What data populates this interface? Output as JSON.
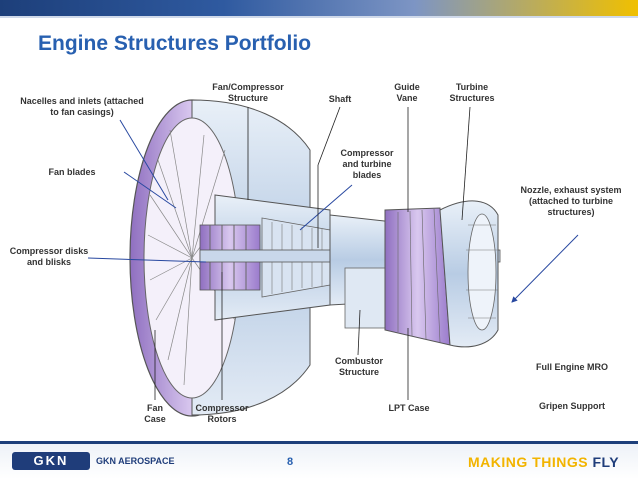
{
  "header": {
    "title": "Engine Structures Portfolio"
  },
  "labels": {
    "fan_compressor_structure": "Fan/Compressor\nStructure",
    "shaft": "Shaft",
    "guide_vane": "Guide\nVane",
    "turbine_structures": "Turbine\nStructures",
    "nacelles": "Nacelles and inlets (attached\nto fan casings)",
    "fan_blades": "Fan blades",
    "compressor_turbine_blades": "Compressor\nand turbine\nblades",
    "nozzle": "Nozzle, exhaust system\n(attached to turbine\nstructures)",
    "compressor_disks": "Compressor disks\nand blisks",
    "combustor_structure": "Combustor\nStructure",
    "fan_case": "Fan\nCase",
    "compressor_rotors": "Compressor\nRotors",
    "lpt_case": "LPT Case"
  },
  "services": {
    "full_engine_mro": "Full Engine MRO",
    "gripen_support": "Gripen Support"
  },
  "footer": {
    "logo": "GKN",
    "logo_text": "GKN AEROSPACE",
    "page_number": "8",
    "tagline_part1": "MAKING THINGS",
    "tagline_part2": "FLY"
  },
  "colors": {
    "title": "#2860b0",
    "accent_purple": "#b89ad8",
    "steel": "#b8cce4",
    "tagline": "#f2b400",
    "navy": "#1f3d7a"
  },
  "icons": [
    "engine-cutaway-illustration",
    "pointer-arrow"
  ]
}
